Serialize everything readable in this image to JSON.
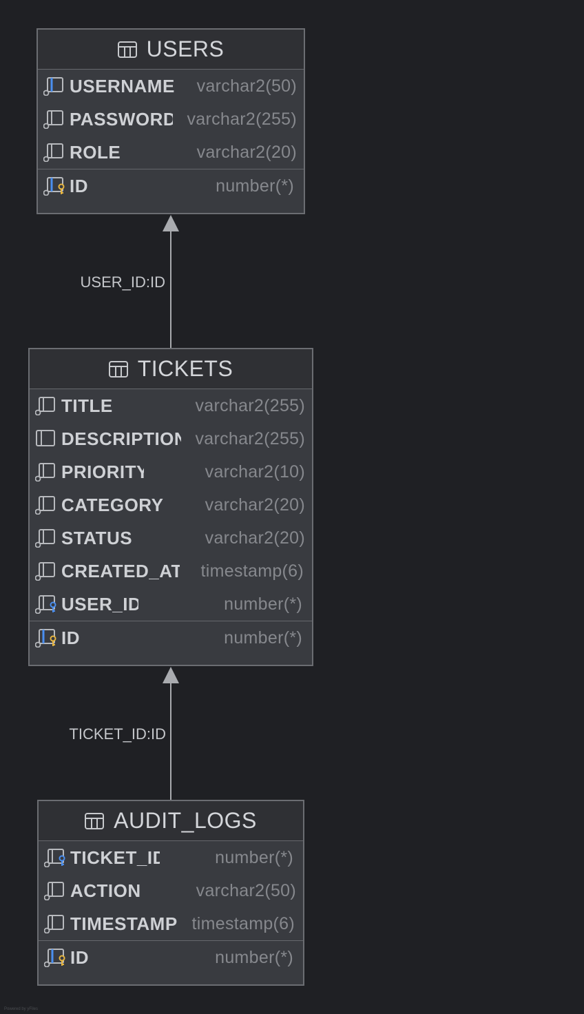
{
  "tables": {
    "users": {
      "name": "USERS",
      "columns": [
        {
          "name": "USERNAME",
          "type": "varchar2(50)"
        },
        {
          "name": "PASSWORD",
          "type": "varchar2(255)"
        },
        {
          "name": "ROLE",
          "type": "varchar2(20)"
        }
      ],
      "pk": {
        "name": "ID",
        "type": "number(*)"
      }
    },
    "tickets": {
      "name": "TICKETS",
      "columns": [
        {
          "name": "TITLE",
          "type": "varchar2(255)"
        },
        {
          "name": "DESCRIPTION",
          "type": "varchar2(255)"
        },
        {
          "name": "PRIORITY",
          "type": "varchar2(10)"
        },
        {
          "name": "CATEGORY",
          "type": "varchar2(20)"
        },
        {
          "name": "STATUS",
          "type": "varchar2(20)"
        },
        {
          "name": "CREATED_AT",
          "type": "timestamp(6)"
        },
        {
          "name": "USER_ID",
          "type": "number(*)"
        }
      ],
      "pk": {
        "name": "ID",
        "type": "number(*)"
      }
    },
    "audit_logs": {
      "name": "AUDIT_LOGS",
      "columns": [
        {
          "name": "TICKET_ID",
          "type": "number(*)"
        },
        {
          "name": "ACTION",
          "type": "varchar2(50)"
        },
        {
          "name": "TIMESTAMP",
          "type": "timestamp(6)"
        }
      ],
      "pk": {
        "name": "ID",
        "type": "number(*)"
      }
    }
  },
  "relations": {
    "tickets_users": {
      "label": "USER_ID:ID"
    },
    "audit_tickets": {
      "label": "TICKET_ID:ID"
    }
  },
  "footer": {
    "text": "Powered by yFiles"
  },
  "colors": {
    "background": "#1f2024",
    "table_body": "#393b40",
    "key_blue": "#4a8ff0",
    "key_yellow": "#e8b640"
  }
}
